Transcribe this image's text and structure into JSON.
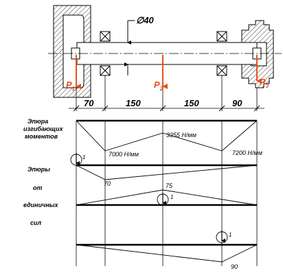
{
  "shaft": {
    "diameter_label": "∅40",
    "forces": [
      "P1",
      "P2",
      "P3"
    ],
    "force_labels": [
      {
        "main": "P",
        "sub": "1"
      },
      {
        "main": "P",
        "sub": "2"
      },
      {
        "main": "P",
        "sub": "3"
      }
    ],
    "segments": [
      "70",
      "150",
      "150",
      "90"
    ]
  },
  "labels": {
    "bending_title_l1": "Эпюра",
    "bending_title_l2": "изгибающих",
    "bending_title_l3": "моментов",
    "unit_title_l1": "Эпюры",
    "unit_title_l2": "от",
    "unit_title_l3": "единичных",
    "unit_title_l4": "сил"
  },
  "bending": {
    "m1": "7000 Н/мм",
    "m2": "3355 Н/мм",
    "m3": "7200 Н/мм",
    "unit_mark": "1"
  },
  "unit1": {
    "value": "70"
  },
  "unit2": {
    "value": "75",
    "unit_mark": "1"
  },
  "unit3": {
    "value": "90",
    "unit_mark": "1"
  },
  "colors": {
    "force": "#e8501c",
    "line": "#000000"
  }
}
